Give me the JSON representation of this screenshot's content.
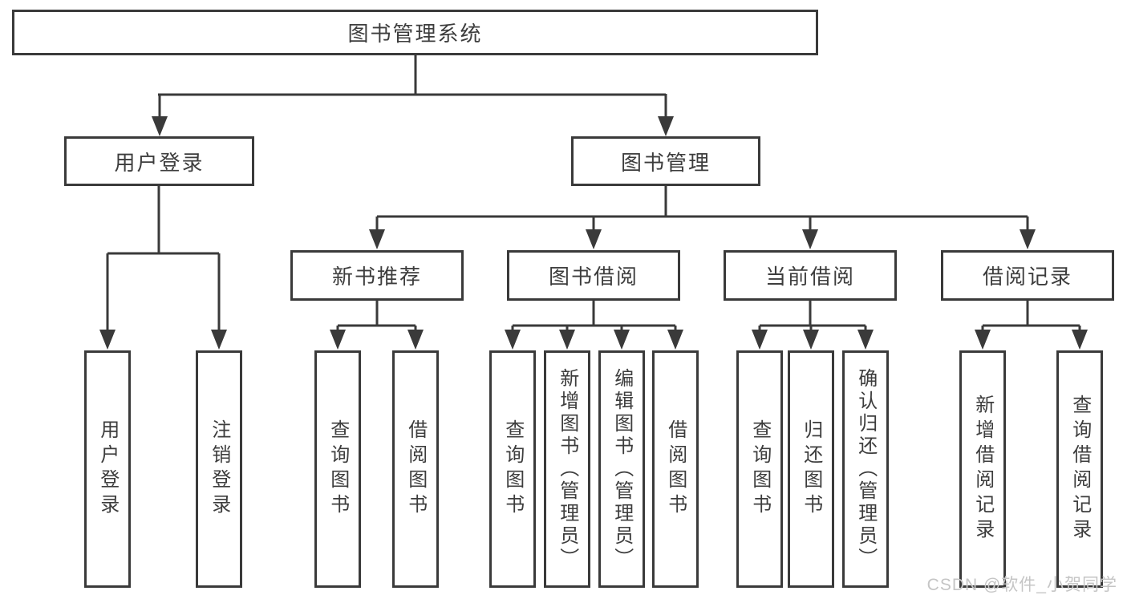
{
  "diagram": {
    "tree": {
      "label": "图书管理系统",
      "children": [
        {
          "label": "用户登录",
          "children": [
            {
              "label": "用户登录"
            },
            {
              "label": "注销登录"
            }
          ]
        },
        {
          "label": "图书管理",
          "children": [
            {
              "label": "新书推荐",
              "children": [
                {
                  "label": "查询图书"
                },
                {
                  "label": "借阅图书"
                }
              ]
            },
            {
              "label": "图书借阅",
              "children": [
                {
                  "label": "查询图书"
                },
                {
                  "label": "新增图书（管理员）"
                },
                {
                  "label": "编辑图书（管理员）"
                },
                {
                  "label": "借阅图书"
                }
              ]
            },
            {
              "label": "当前借阅",
              "children": [
                {
                  "label": "查询图书"
                },
                {
                  "label": "归还图书"
                },
                {
                  "label": "确认归还（管理员）"
                }
              ]
            },
            {
              "label": "借阅记录",
              "children": [
                {
                  "label": "新增借阅记录"
                },
                {
                  "label": "查询借阅记录"
                }
              ]
            }
          ]
        }
      ]
    }
  },
  "watermark": "CSDN @软件_小贺同学",
  "colors": {
    "line": "#3a3a3a",
    "text": "#3d3d3d",
    "watermark": "#c5c5c5",
    "background": "#ffffff"
  }
}
